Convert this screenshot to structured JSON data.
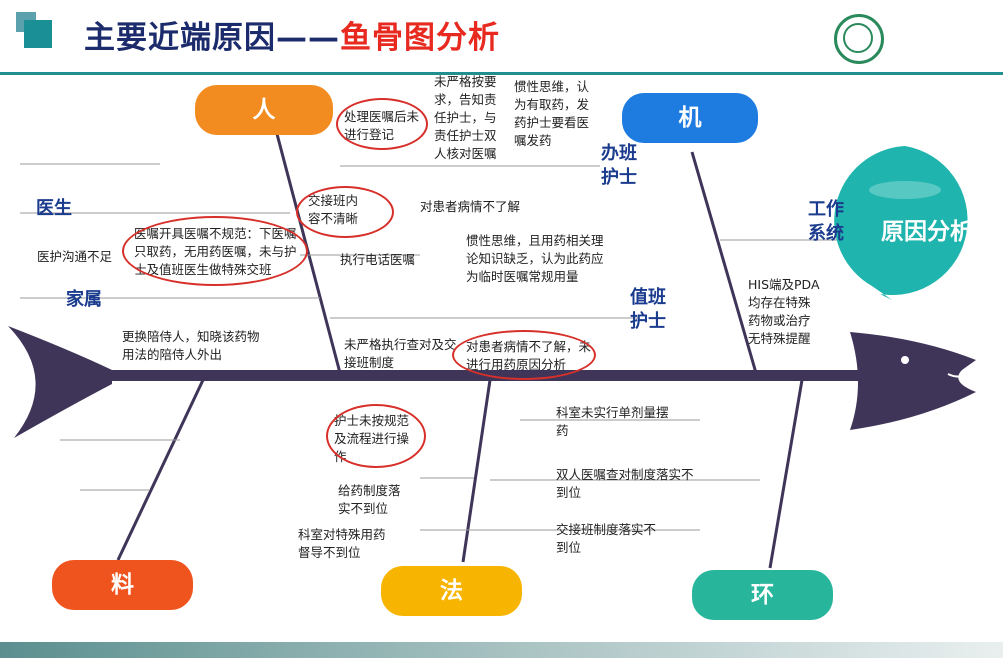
{
  "header": {
    "title_main": "主要近端原因——",
    "title_highlight": "鱼骨图分析"
  },
  "colors": {
    "title": "#1c2b6b",
    "highlight": "#e8291f",
    "people": "#f28b20",
    "machine": "#1e7be0",
    "material": "#f0541e",
    "method": "#f7b400",
    "environment": "#27b59b",
    "fish": "#3f3559",
    "head_bubble": "#1fb4ad",
    "circle": "#d7302a"
  },
  "categories": {
    "people": "人",
    "machine": "机",
    "material": "料",
    "method": "法",
    "environment": "环"
  },
  "result": "原因分析",
  "sub_causes": {
    "doctor": "医生",
    "family": "家属",
    "office_nurse": "办班\n护士",
    "duty_nurse": "值班\n护士",
    "work_system": "工作\n系统"
  },
  "notes": {
    "n1": "处理医嘱后未\n进行登记",
    "n2": "未严格按要\n求，告知责\n任护士，与\n责任护士双\n人核对医嘱",
    "n3": "惯性思维，认\n为有取药，发\n药护士要看医\n嘱发药",
    "n4": "交接班内\n容不清晰",
    "n5": "对患者病情不了解",
    "n6": "医嘱开具医嘱不规范：下医嘱\n只取药，无用药医嘱，未与护\n士及值班医生做特殊交班",
    "n7": "医护沟通不足",
    "n8": "执行电话医嘱",
    "n9": "惯性思维，且用药相关理\n论知识缺乏，认为此药应\n为临时医嘱常规用量",
    "n10": "更换陪侍人，知晓该药物\n用法的陪侍人外出",
    "n11": "未严格执行查对及交\n接班制度",
    "n12": "对患者病情不了解，未\n进行用药原因分析",
    "n13": "HIS端及PDA\n均存在特殊\n药物或治疗\n无特殊提醒",
    "n14": "护士未按规范\n及流程进行操\n作",
    "n15": "科室未实行单剂量摆\n药",
    "n16": "给药制度落\n实不到位",
    "n17": "双人医嘱查对制度落实不\n到位",
    "n18": "科室对特殊用药\n督导不到位",
    "n19": "交接班制度落实不\n到位"
  }
}
